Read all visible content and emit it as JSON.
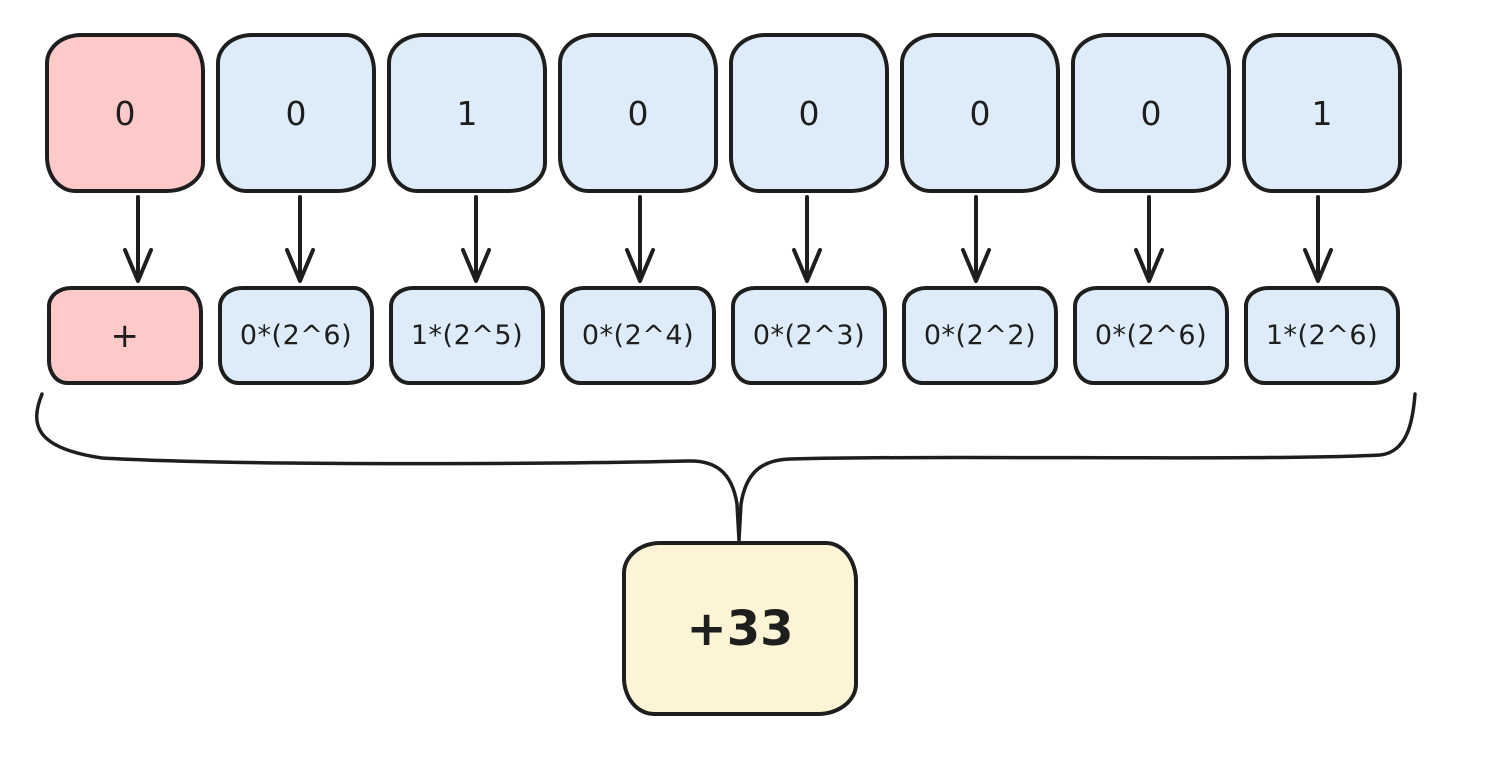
{
  "diagram": {
    "kind": "binary-to-decimal-conversion",
    "colors": {
      "stroke": "#1e1e1e",
      "sign-fill": "#fdc9c9",
      "bit-fill": "#ddecf8",
      "result-fill": "#fcf4d4"
    },
    "columns": [
      {
        "bit": "0",
        "term": "+"
      },
      {
        "bit": "0",
        "term": "0*(2^6)"
      },
      {
        "bit": "1",
        "term": "1*(2^5)"
      },
      {
        "bit": "0",
        "term": "0*(2^4)"
      },
      {
        "bit": "0",
        "term": "0*(2^3)"
      },
      {
        "bit": "0",
        "term": "0*(2^2)"
      },
      {
        "bit": "0",
        "term": "0*(2^6)"
      },
      {
        "bit": "1",
        "term": "1*(2^6)"
      }
    ],
    "result": {
      "value": "+33"
    }
  }
}
